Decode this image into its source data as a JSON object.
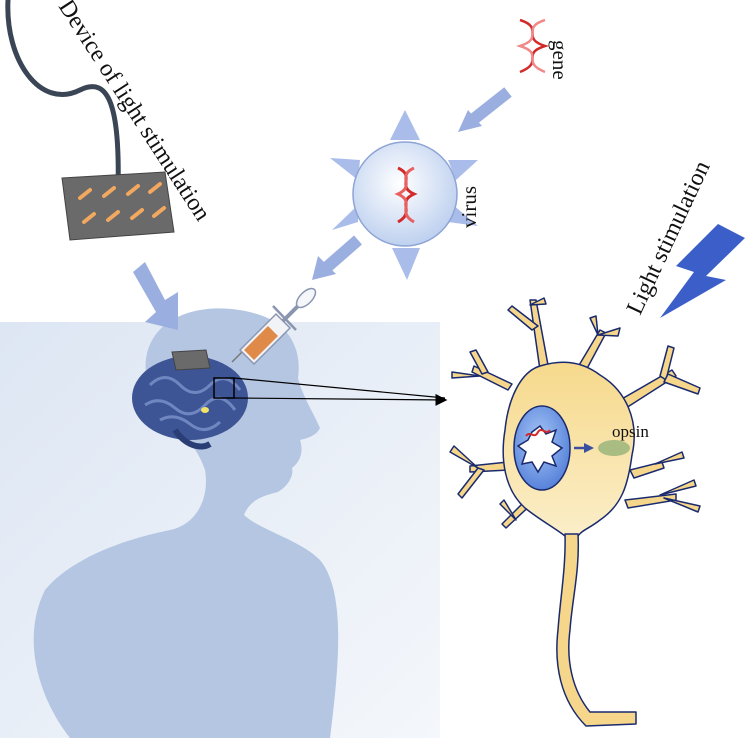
{
  "labels": {
    "device": "Device of light stimulation",
    "gene": "gene",
    "virus": "virus",
    "light": "Light stimulation",
    "opsin": "opsin"
  },
  "colors": {
    "arrow": "#9aaee0",
    "human_figure": "#b8c9e4",
    "background_panel": "#e6edf7",
    "brain": "#3d5595",
    "neuron_fill": "#f7dc96",
    "neuron_outline": "#1a2a6e",
    "nucleus": "#5b8de0",
    "lightning": "#3b5ec8",
    "dna_strand": "#d22a2a",
    "opsin": "#9bb57a",
    "cable": "#3a4555",
    "device_plate": "#6a6a6a",
    "electrode": "#f3a860"
  }
}
